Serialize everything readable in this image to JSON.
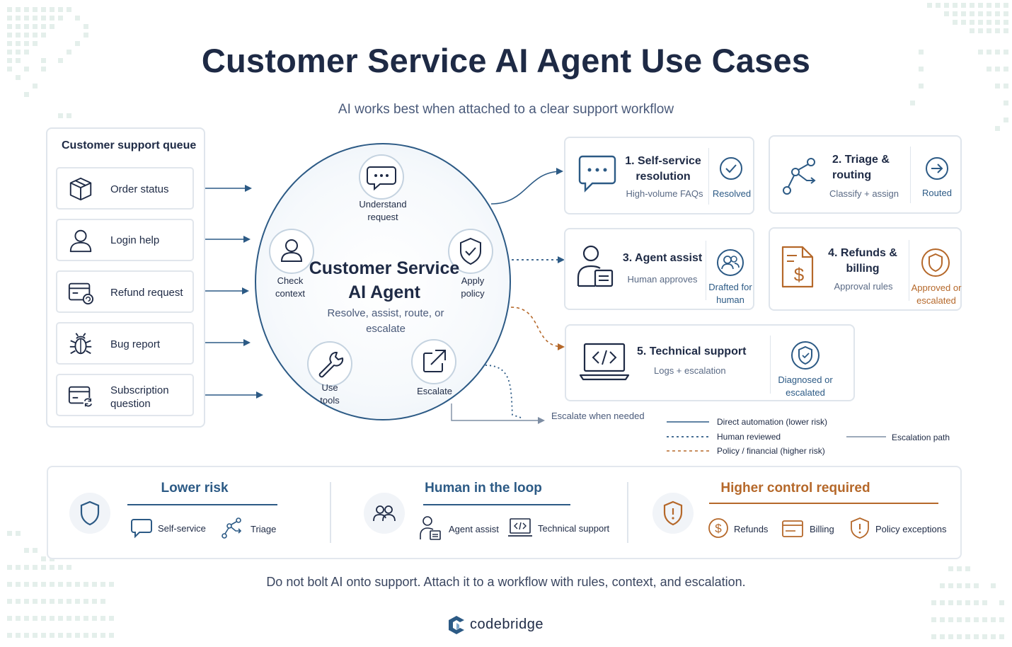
{
  "title": "Customer Service AI Agent Use Cases",
  "subtitle": "AI works best when attached to a clear support workflow",
  "queue": {
    "title": "Customer support queue",
    "items": [
      {
        "label": "Order status",
        "icon": "box-icon"
      },
      {
        "label": "Login help",
        "icon": "user-icon"
      },
      {
        "label": "Refund request",
        "icon": "refund-card-icon"
      },
      {
        "label": "Bug report",
        "icon": "bug-icon"
      },
      {
        "label": "Subscription question",
        "icon": "subscription-card-icon"
      }
    ]
  },
  "hub": {
    "title": "Customer Service AI Agent",
    "subtitle": "Resolve, assist, route, or escalate",
    "nodes": {
      "understand": "Understand request",
      "check": "Check context",
      "apply": "Apply policy",
      "tools": "Use tools",
      "escalate": "Escalate"
    },
    "escalate_note": "Escalate when needed"
  },
  "cards": {
    "c1": {
      "title": "1. Self-service resolution",
      "sub": "High-volume FAQs",
      "status": "Resolved"
    },
    "c2": {
      "title": "2. Triage & routing",
      "sub": "Classify + assign",
      "status": "Routed"
    },
    "c3": {
      "title": "3. Agent assist",
      "sub": "Human approves",
      "status": "Drafted for human"
    },
    "c4": {
      "title": "4. Refunds & billing",
      "sub": "Approval rules",
      "status": "Approved or escalated"
    },
    "c5": {
      "title": "5. Technical support",
      "sub": "Logs + escalation",
      "status": "Diagnosed or escalated"
    }
  },
  "legend": {
    "direct": "Direct automation (lower risk)",
    "human": "Human reviewed",
    "policy": "Policy / financial (higher risk)",
    "escalation": "Escalation path"
  },
  "risk": {
    "lower": {
      "title": "Lower risk",
      "items": [
        "Self-service",
        "Triage"
      ]
    },
    "human": {
      "title": "Human in the loop",
      "items": [
        "Agent assist",
        "Technical support"
      ]
    },
    "higher": {
      "title": "Higher control required",
      "items": [
        "Refunds",
        "Billing",
        "Policy exceptions"
      ]
    }
  },
  "footer": "Do not bolt AI onto support. Attach it to a workflow with rules, context, and escalation.",
  "brand": "codebridge",
  "colors": {
    "navy": "#1e2a45",
    "blue": "#2c5a85",
    "orange": "#b5682a",
    "teal_decor": "#cfe3dc"
  }
}
